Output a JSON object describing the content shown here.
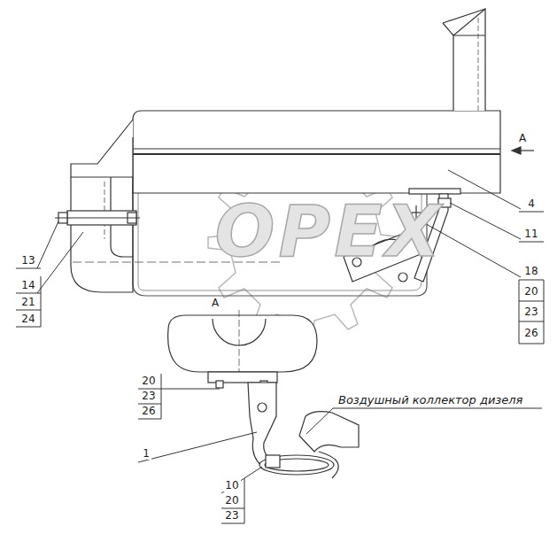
{
  "diagram": {
    "labels": [
      "A",
      "4",
      "11",
      "13",
      "14",
      "21",
      "24",
      "18",
      "20",
      "23",
      "26",
      "OPEX",
      "A",
      "20",
      "23",
      "26",
      "1",
      "Воздушный коллектор дизеля",
      "10",
      "20",
      "23"
    ]
  }
}
